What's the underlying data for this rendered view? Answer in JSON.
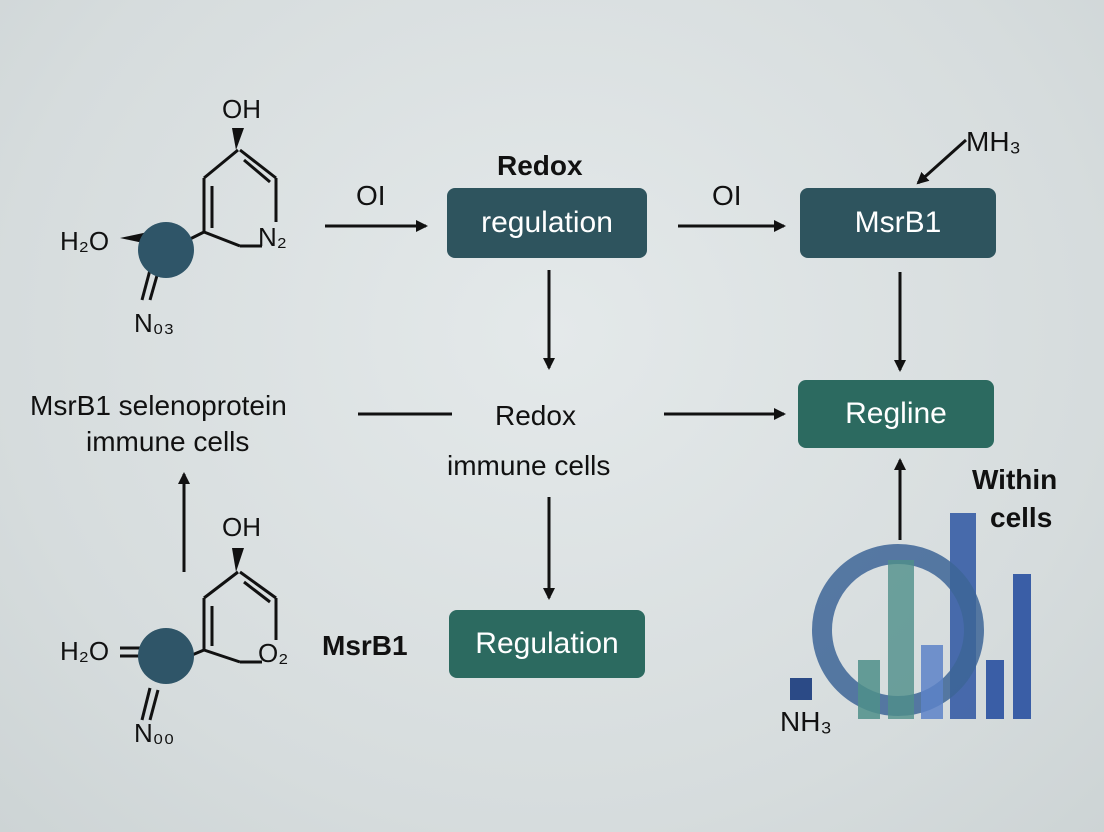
{
  "nodes": {
    "redox_regulation": {
      "title": "Redox",
      "label": "regulation"
    },
    "msrb1_top": {
      "label": "MsrB1"
    },
    "regline": {
      "label": "Regline"
    },
    "regulation_bottom": {
      "label": "Regulation"
    },
    "redox_immune": {
      "line1": "Redox",
      "line2": "immune cells"
    },
    "msrb1_selenoprotein": {
      "line1": "MsrB1 selenoprotein",
      "line2": "immune cells"
    },
    "msrb1_side": {
      "label": "MsrB1"
    },
    "within_cells": {
      "line1": "Within",
      "line2": "cells"
    }
  },
  "edge_labels": {
    "arrow1": "OI",
    "arrow2": "OI",
    "mh3": "MH₃",
    "nh3": "NH₃"
  },
  "molecule_top": {
    "oh": "OH",
    "h2o": "H₂O",
    "n2": "N₂",
    "n03": "N₀₃"
  },
  "molecule_bottom": {
    "oh": "OH",
    "h2o": "H₂O",
    "o2": "O₂",
    "n00": "N₀₀"
  },
  "colors": {
    "box_dark": "#2e545e",
    "box_green": "#2c6a60",
    "atom": "#2f5568",
    "chart_blue": "#3f63a8",
    "chart_teal": "#4f8f8a"
  }
}
